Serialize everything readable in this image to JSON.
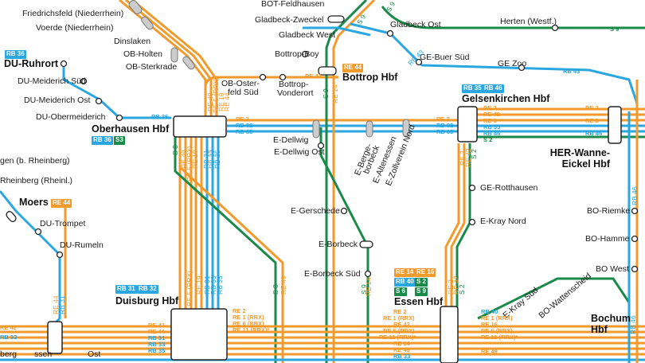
{
  "colors": {
    "re": "#f39a2d",
    "rb": "#2aa6e0",
    "s": "#1a8a4a",
    "station": "#e8e8e8"
  },
  "hubs": {
    "oberhausen": "Oberhausen Hbf",
    "duisburg": "Duisburg Hbf",
    "essen": "Essen Hbf",
    "gelsenkirchen": "Gelsenkirchen Hbf",
    "bottrop": "Bottrop Hbf",
    "her_wanne": "HER-Wanne-Eickel Hbf",
    "bochum": "Bochum Hbf",
    "du_ruhrort": "DU-Ruhrort",
    "moers": "Moers"
  },
  "stations": {
    "friedrichsfeld": "Friedrichsfeld (Niederrhein)",
    "voerde": "Voerde (Niederrhein)",
    "dinslaken": "Dinslaken",
    "ob_holten": "OB-Holten",
    "ob_sterkrade": "OB-Sterkrade",
    "bot_feldhausen": "BOT-Feldhausen",
    "gladbeck_zweckel": "Gladbeck-Zweckel",
    "gladbeck_west": "Gladbeck West",
    "gladbeck_ost": "Gladbeck Ost",
    "herten": "Herten (Westf.)",
    "bottrop_boy": "Bottrop-Boy",
    "ge_buer_sued": "GE-Buer Süd",
    "ge_zoo": "GE Zoo",
    "ob_osterfeld_1": "OB-Oster-",
    "ob_osterfeld_2": "feld Süd",
    "bottrop_vonderort_1": "Bottrop-",
    "bottrop_vonderort_2": "Vonderort",
    "du_meiderich_sued": "DU-Meiderich Süd",
    "du_meiderich_ost": "DU-Meiderich Ost",
    "du_obermeiderich": "DU-Obermeiderich",
    "e_dellwig": "E-Dellwig",
    "e_dellwig_ost": "E-Dellwig Ost",
    "e_bergeborbeck_1": "E-Berge-",
    "e_bergeborbeck_2": "borbeck",
    "e_altenessen": "E-Altenessen",
    "e_zollverein_nord": "E-Zollverein Nord",
    "rheinberg_1": "gen (b. Rheinberg)",
    "rheinberg_2": "Rheinberg (Rheinl.)",
    "du_trompet": "DU-Trompet",
    "du_rumeln": "DU-Rumeln",
    "e_gerschede": "E-Gerschede",
    "e_borbeck": "E-Borbeck",
    "e_borbeck_sued": "E-Borbeck Süd",
    "ge_rotthausen": "GE-Rotthausen",
    "e_kray_nord": "E-Kray Nord",
    "e_kray_sued": "E-Kray Süd",
    "bo_wattenscheid": "BO-Wattenscheid",
    "bo_riemke": "BO-Riemke",
    "bo_hamme": "BO-Hamme",
    "bo_west": "BO West",
    "bottom_1": "berg",
    "bottom_2": "ssen",
    "bottom_3": "Ost"
  },
  "badges": {
    "ob": [
      "RB 36",
      "S3"
    ],
    "du_ruhrort": [
      "RB 36"
    ],
    "moers": [
      "RE 44"
    ],
    "bottrop": [
      "RE 44"
    ],
    "gelsenkirchen": [
      "RB 35",
      "RB 46"
    ],
    "duisburg": [
      "RB 31",
      "RB 32"
    ],
    "essen_1": [
      "RE 14",
      "RE 16"
    ],
    "essen_2": [
      "RB 40",
      "S 2"
    ],
    "essen_3": [
      "S 6",
      "S 9"
    ]
  },
  "line_labels": {
    "s9_top": "S 9",
    "s9_herten": "S 9",
    "rb43_a": "RB 43",
    "rb43_b": "RB 43",
    "re44_bottrop": "RE 44",
    "rb36_ob": "RB 36",
    "re14_bottrop": "RE 14",
    "s9_bottrop": "S 9",
    "ob_north_stack": [
      "RE 49",
      "RE 5 (RRX)",
      "RE 19",
      "RE 44"
    ],
    "ob_east_stack": [
      "RE 3",
      "RB 32",
      "RB 35"
    ],
    "ge_west_stack": [
      "RE 3",
      "RB 32",
      "RB 35"
    ],
    "ge_east_stack": [
      "RE 2",
      "RE 42",
      "RE 3",
      "RB 35",
      "RB 46",
      "S 2"
    ],
    "s3_ob": "S 3",
    "ob_south_stack": [
      "RE 49",
      "RE 5 (RRX)",
      "RE 19",
      "RB 31",
      "RB 33",
      "RB 35"
    ],
    "du_north_stack": [
      "RE 5 (RRX)",
      "RE 19",
      "RB 31",
      "RB 33",
      "RB 35"
    ],
    "duis_east_stack": [
      "RE 2",
      "RE 1 (RRX)",
      "RE 6 (RRX)",
      "RE 11 (RRX)*"
    ],
    "duis_west_stack": [
      "RE 42",
      "RE 44",
      "RB 31",
      "RB 33",
      "RB 35"
    ],
    "du_west": [
      "RE 42",
      "RB 33"
    ],
    "moers_stack": [
      "RE 44",
      "RB 31"
    ],
    "essen_stack": [
      "RE 2",
      "RE 1 (RRX)",
      "RE 42",
      "RE 6 (RRX)",
      "RE 11 (RRX)*",
      "RE 14",
      "RE 49",
      "RB 33"
    ],
    "essen_east_stack": [
      "RB 40",
      "RE 1 (RRX)",
      "RE 16",
      "RE 6 (RRX)",
      "RE 11 (RRX)*",
      "RE 49"
    ],
    "s3_bottom": "S 3",
    "s9_bottom": "S 9",
    "re14_bottom": "RE 14",
    "s6_bottom": "S 6",
    "s2_bottom": "S 2",
    "re49_mid": "RE 49",
    "ge_south_stack": [
      "RE 2",
      "RE 42",
      "S 2"
    ],
    "essen_ge_stack": [
      "RE 2",
      "RE 42",
      "S 2"
    ],
    "her_stack": [
      "RB 46",
      "RE 2",
      "RE 3"
    ],
    "s9_right": "S 9",
    "rb43_right": "RB 43",
    "rb46_right": "RB 46",
    "rb46_bochum": "RB 46",
    "re49_bochum": "RE 49"
  }
}
